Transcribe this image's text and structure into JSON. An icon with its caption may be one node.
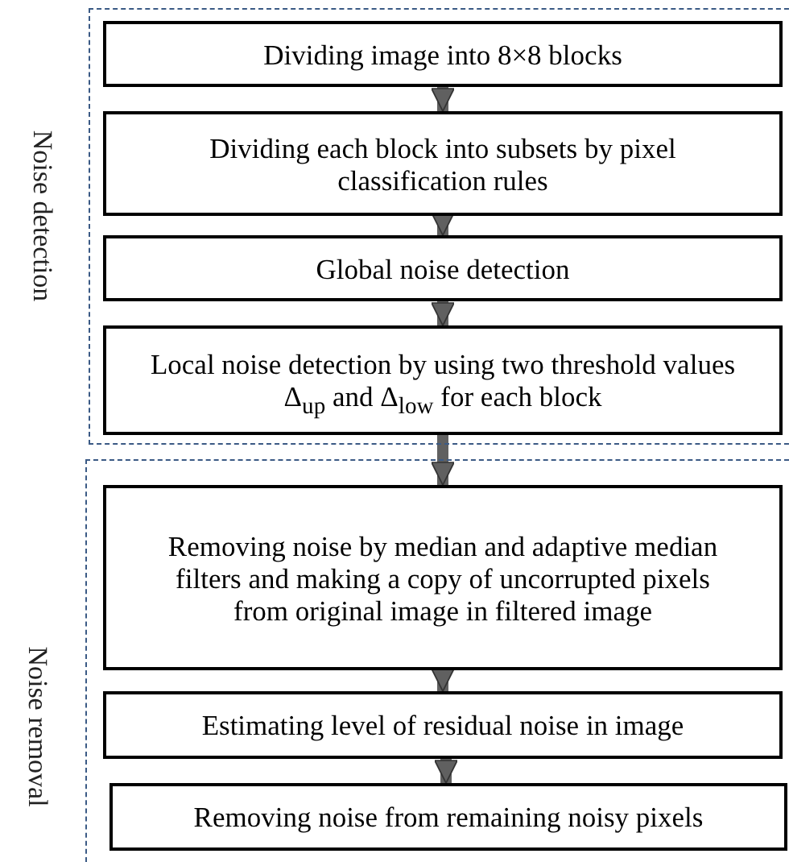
{
  "diagram": {
    "nodes": [
      {
        "text": [
          "Noise detection"
        ]
      },
      {
        "text": [
          "Dividing image into 8×8 blocks"
        ],
        "in": 0
      },
      {
        "text": [
          "Dividing each block into subsets by pixel classification rules"
        ],
        "in": 0
      },
      {
        "text": [
          "Global noise detection"
        ],
        "in": 0
      },
      {
        "text": [
          "Local noise detection by using two threshold values Δ$_{up}$ and Δ$_{low}$ for each block"
        ],
        "in": 0
      },
      {
        "text": [
          "Noise removal"
        ]
      },
      {
        "text": [
          "Removing noise by median and adaptive median filters and making a copy of uncorrupted pixels from original image in filtered image"
        ],
        "in": 5
      },
      {
        "text": [
          "Estimating level of residual noise in image"
        ],
        "in": 5
      },
      {
        "text": [
          "Removing noise from remaining noisy pixels"
        ],
        "in": 5
      }
    ],
    "edges": [
      {
        "from": 1,
        "to": 2,
        "arrow": "to"
      },
      {
        "from": 2,
        "to": 3,
        "arrow": "to"
      },
      {
        "from": 3,
        "to": 4,
        "arrow": "to"
      },
      {
        "from": 4,
        "to": 6,
        "arrow": "to"
      },
      {
        "from": 6,
        "to": 7,
        "arrow": "to"
      },
      {
        "from": 7,
        "to": 8,
        "arrow": "to"
      }
    ]
  }
}
